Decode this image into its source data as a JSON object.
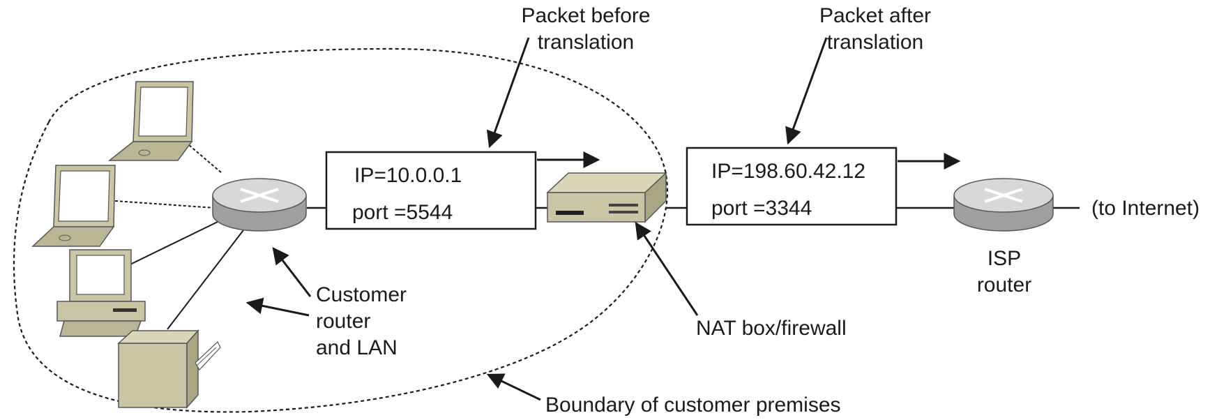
{
  "labels": {
    "packet_before": [
      "Packet before",
      "translation"
    ],
    "packet_after": [
      "Packet after",
      "translation"
    ],
    "customer_router": [
      "Customer",
      "router",
      "and LAN"
    ],
    "nat_box": "NAT box/firewall",
    "isp_router": [
      "ISP",
      "router"
    ],
    "to_internet": "(to Internet)",
    "boundary": "Boundary of customer premises"
  },
  "packet_before": {
    "ip": "IP=10.0.0.1",
    "port": "port =5544"
  },
  "packet_after": {
    "ip": "IP=198.60.42.12",
    "port": "port =3344"
  },
  "colors": {
    "device_fill": "#c9c6a6",
    "device_dark": "#a9a685",
    "router_fill": "#b7b7b7",
    "router_top": "#d8d8d8",
    "line": "#1a1a1a"
  },
  "icons": [
    "laptop-icon",
    "laptop-icon",
    "desktop-computer-icon",
    "printer-icon",
    "router-icon",
    "nat-box-icon",
    "router-icon"
  ]
}
